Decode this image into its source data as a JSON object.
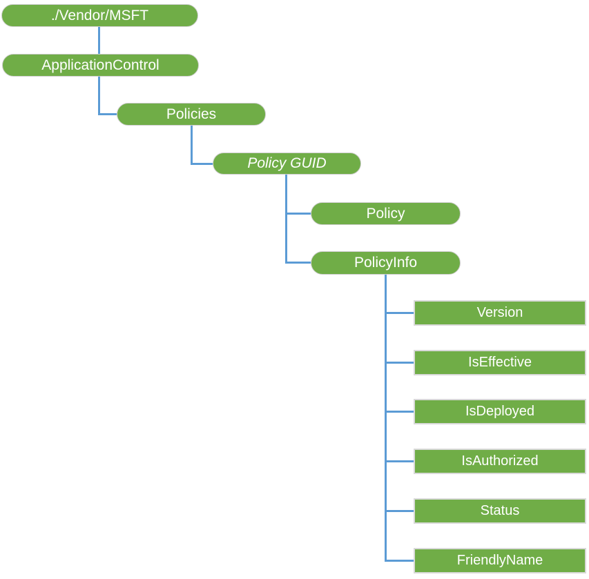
{
  "colors": {
    "node_fill": "#70AD47",
    "node_border": "#D9D9D9",
    "node_text": "#FFFFFF",
    "connector": "#5B9BD5"
  },
  "nodes": {
    "vendor_msft": {
      "label": "./Vendor/MSFT"
    },
    "application_control": {
      "label": "ApplicationControl"
    },
    "policies": {
      "label": "Policies"
    },
    "policy_guid": {
      "label": "Policy GUID"
    },
    "policy": {
      "label": "Policy"
    },
    "policy_info": {
      "label": "PolicyInfo"
    },
    "version": {
      "label": "Version"
    },
    "is_effective": {
      "label": "IsEffective"
    },
    "is_deployed": {
      "label": "IsDeployed"
    },
    "is_authorized": {
      "label": "IsAuthorized"
    },
    "status": {
      "label": "Status"
    },
    "friendly_name": {
      "label": "FriendlyName"
    }
  }
}
